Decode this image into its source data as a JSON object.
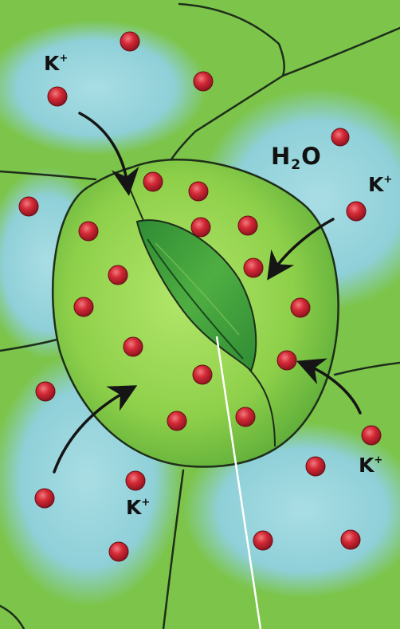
{
  "labels": {
    "k_top_left": "K",
    "k_right": "K",
    "k_bottom_left": "K",
    "k_bottom_right": "K",
    "charge": "+",
    "h2o_h": "H",
    "h2o_sub": "2",
    "h2o_o": "O"
  },
  "colors": {
    "background_green": "#7cc54a",
    "water_blue": "#8fd0d8",
    "guard_cell_green": "#8fd64a",
    "guard_cell_dark": "#4aa03a",
    "pore_green": "#3c9c3a",
    "ion_red": "#c8202e",
    "outline": "#1e2e1a",
    "pointer_line": "#ffffff"
  },
  "icons": {
    "ion": "potassium-ion-dot",
    "arrow": "curved-arrow-icon"
  }
}
